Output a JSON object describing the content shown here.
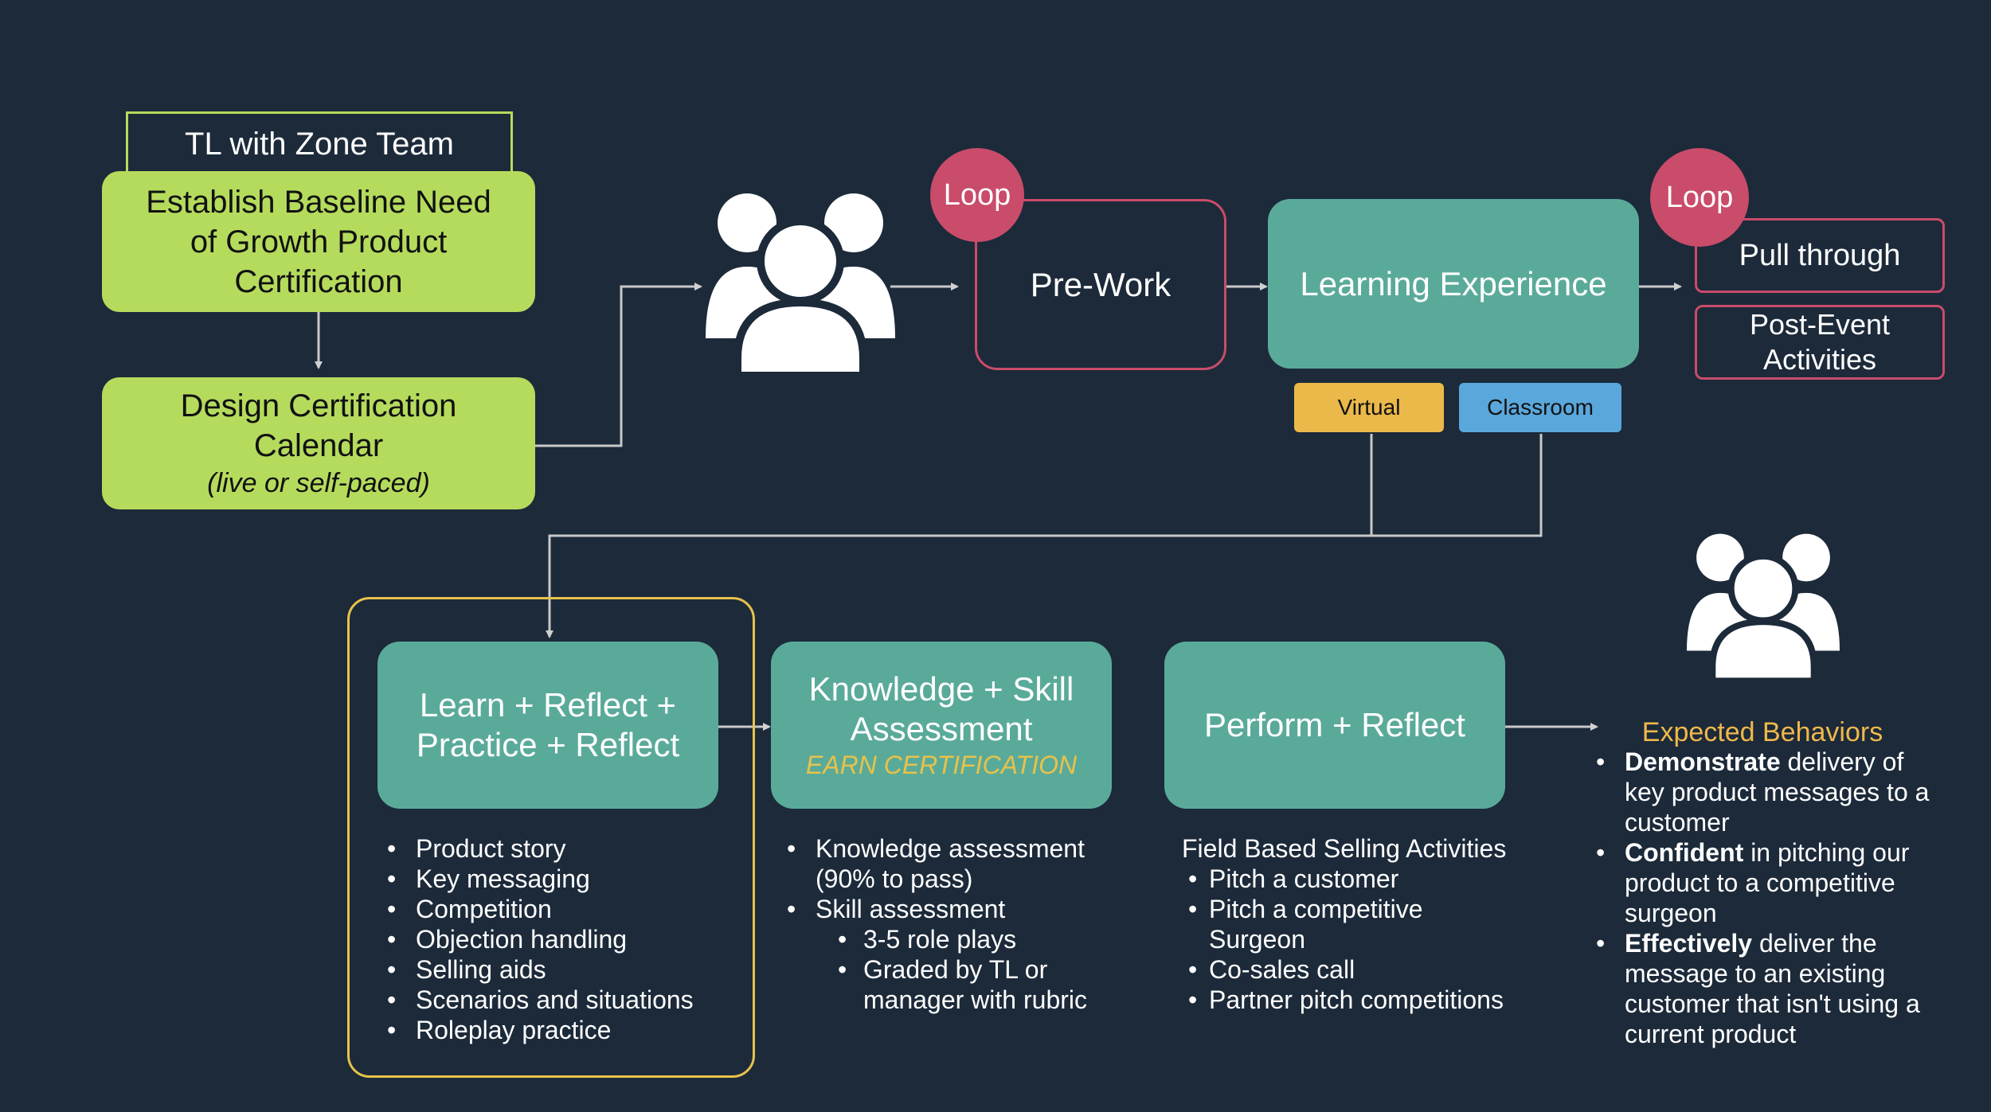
{
  "top_left": {
    "header_label": "TL with Zone Team",
    "baseline_lines": [
      "Establish Baseline Need",
      "of Growth Product",
      "Certification"
    ],
    "design_lines": [
      "Design Certification",
      "Calendar"
    ],
    "design_subline": "(live or self-paced)"
  },
  "flow": {
    "loop_label_1": "Loop",
    "prework_label": "Pre-Work",
    "learning_label": "Learning Experience",
    "loop_label_2": "Loop",
    "pull_through_label": "Pull through",
    "post_event_lines": [
      "Post-Event",
      "Activities"
    ],
    "virtual_label": "Virtual",
    "classroom_label": "Classroom"
  },
  "stages": {
    "learn": {
      "title_lines": [
        "Learn + Reflect +",
        "Practice + Reflect"
      ],
      "bullets": [
        "Product story",
        "Key messaging",
        "Competition",
        "Objection handling",
        "Selling aids",
        "Scenarios and situations",
        "Roleplay practice"
      ]
    },
    "knowledge": {
      "title_lines": [
        "Knowledge + Skill",
        "Assessment"
      ],
      "subtitle": "EARN CERTIFICATION",
      "bullet_1_lines": [
        "Knowledge assessment",
        "(90% to pass)"
      ],
      "bullet_2": "Skill assessment",
      "sub_bullet_1": "3-5 role plays",
      "sub_bullet_2_lines": [
        "Graded by TL or",
        "manager with rubric"
      ]
    },
    "perform": {
      "title": "Perform + Reflect",
      "intro": "Field Based Selling Activities",
      "bullet_1": "Pitch a customer",
      "bullet_2_lines": [
        "Pitch a competitive",
        "Surgeon"
      ],
      "bullet_3": "Co-sales call",
      "bullet_4": "Partner pitch competitions"
    }
  },
  "expected": {
    "title": "Expected Behaviors",
    "b1_bold": "Demonstrate",
    "b1_rest_lines": [
      " delivery of",
      "key product messages to a",
      "customer"
    ],
    "b2_bold": "Confident",
    "b2_rest_lines": [
      " in pitching our",
      "product to a competitive",
      "surgeon"
    ],
    "b3_bold": "Effectively",
    "b3_rest_lines": [
      " deliver the",
      "message to an existing",
      "customer that isn't using a",
      "current product"
    ]
  },
  "icons": {
    "group_icon_1": "people-group-icon",
    "group_icon_2": "people-group-icon"
  },
  "colors": {
    "background": "#1c2a3a",
    "green": "#b5db5d",
    "teal": "#5aaa9a",
    "pink": "#c94c6a",
    "yellow": "#eab94a",
    "blue": "#5aa7db",
    "expected_title": "#f0b84a"
  }
}
